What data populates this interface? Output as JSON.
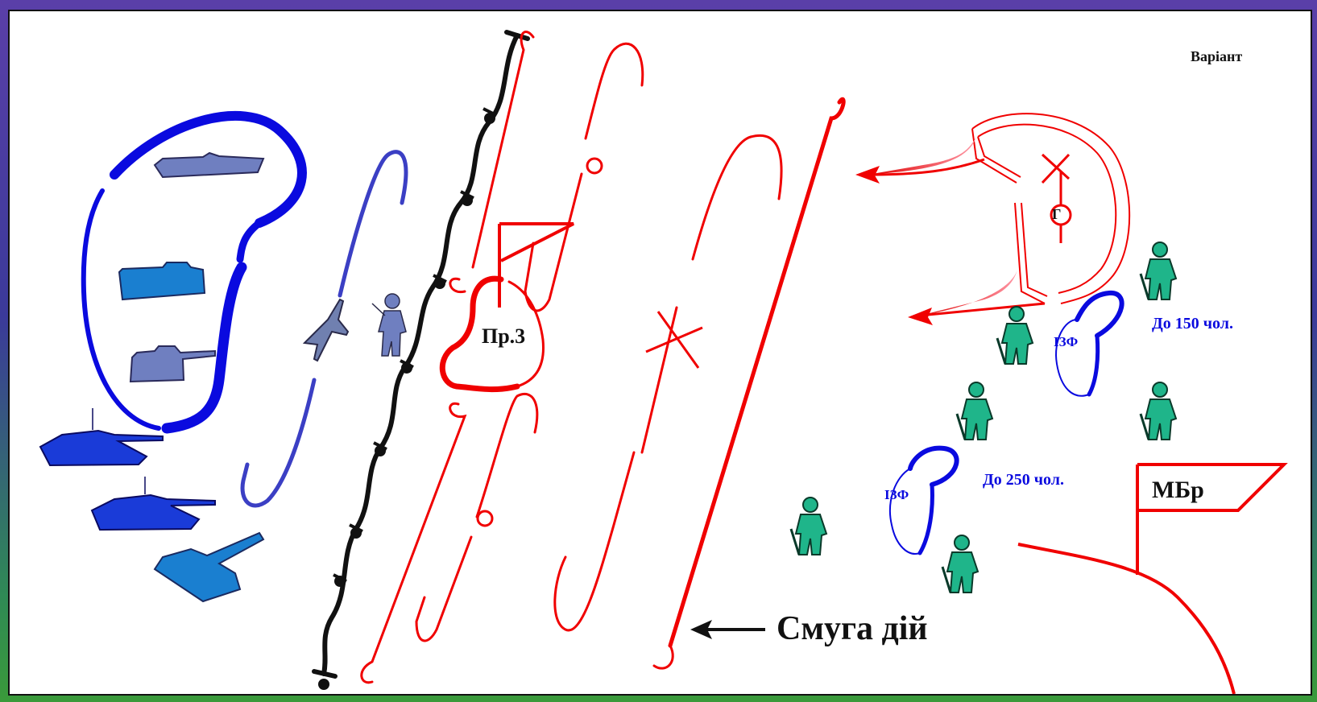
{
  "variant_label": "Варіант",
  "obstacle_label": "Пр.3",
  "strip_label": "Смуга дій",
  "izf_label_1": "ІЗФ",
  "izf_label_2": "ІЗФ",
  "up_to_150": "До 150 чол.",
  "up_to_250": "До 250 чол.",
  "brigade_label": "МБр",
  "grid_letter": "Г",
  "colors": {
    "friendly_blue": "#0a0adf",
    "friendly_light": "#3b3fc4",
    "enemy_red": "#f00000",
    "infantry_green": "#1fb58a",
    "vehicle_fill": "#6f7fc0",
    "tank_fill": "#1a3bd8"
  }
}
